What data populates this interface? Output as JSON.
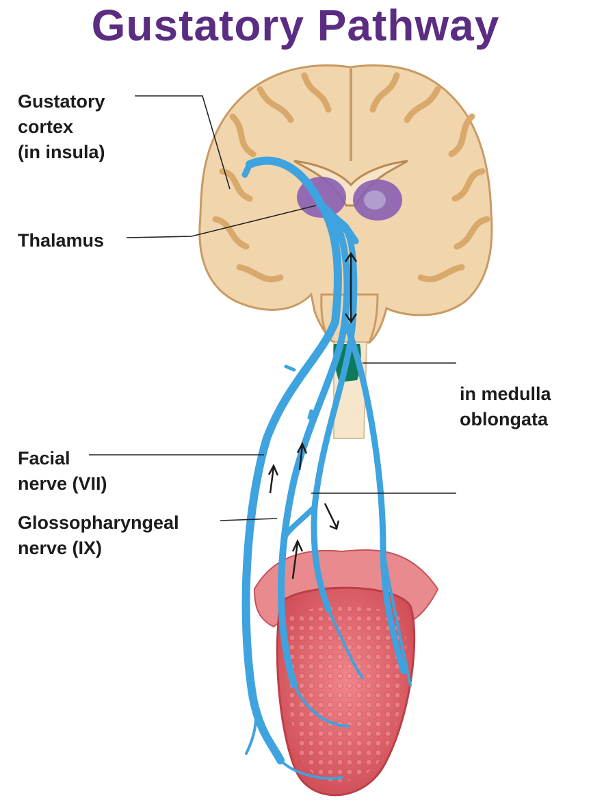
{
  "title": "Gustatory Pathway",
  "labels": {
    "gustatory_cortex": [
      "Gustatory",
      "cortex",
      "(in insula)"
    ],
    "thalamus": "Thalamus",
    "medulla": [
      "in medulla",
      "oblongata"
    ],
    "facial_nerve": [
      "Facial",
      "nerve (VII)"
    ],
    "glossopharyngeal_nerve": [
      "Glossopharyngeal",
      "nerve (IX)"
    ]
  },
  "colors": {
    "title": "#5b2d82",
    "brain": "#f1d5ad",
    "brain_outline": "#c99a62",
    "thalamus": "#8a5fb4",
    "nucleus": "#0f7a5a",
    "nerve": "#3ea3de",
    "tongue": "#e4676e",
    "leader_line": "#222222"
  }
}
